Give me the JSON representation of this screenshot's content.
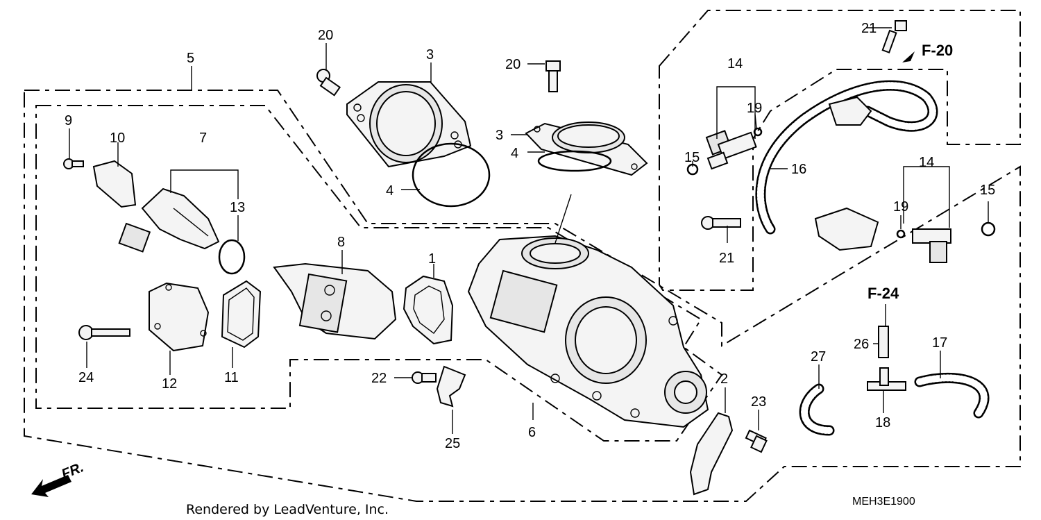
{
  "callouts": [
    {
      "id": "c1",
      "text": "1"
    },
    {
      "id": "c2",
      "text": "2"
    },
    {
      "id": "c3a",
      "text": "3"
    },
    {
      "id": "c3b",
      "text": "3"
    },
    {
      "id": "c4a",
      "text": "4"
    },
    {
      "id": "c4b",
      "text": "4"
    },
    {
      "id": "c5",
      "text": "5"
    },
    {
      "id": "c6",
      "text": "6"
    },
    {
      "id": "c7",
      "text": "7"
    },
    {
      "id": "c8",
      "text": "8"
    },
    {
      "id": "c9",
      "text": "9"
    },
    {
      "id": "c10",
      "text": "10"
    },
    {
      "id": "c11",
      "text": "11"
    },
    {
      "id": "c12",
      "text": "12"
    },
    {
      "id": "c13",
      "text": "13"
    },
    {
      "id": "c14a",
      "text": "14"
    },
    {
      "id": "c14b",
      "text": "14"
    },
    {
      "id": "c15a",
      "text": "15"
    },
    {
      "id": "c15b",
      "text": "15"
    },
    {
      "id": "c16",
      "text": "16"
    },
    {
      "id": "c17",
      "text": "17"
    },
    {
      "id": "c18",
      "text": "18"
    },
    {
      "id": "c19a",
      "text": "19"
    },
    {
      "id": "c19b",
      "text": "19"
    },
    {
      "id": "c20a",
      "text": "20"
    },
    {
      "id": "c20b",
      "text": "20"
    },
    {
      "id": "c21a",
      "text": "21"
    },
    {
      "id": "c21b",
      "text": "21"
    },
    {
      "id": "c22",
      "text": "22"
    },
    {
      "id": "c23",
      "text": "23"
    },
    {
      "id": "c24",
      "text": "24"
    },
    {
      "id": "c25",
      "text": "25"
    },
    {
      "id": "c26",
      "text": "26"
    },
    {
      "id": "c27",
      "text": "27"
    }
  ],
  "refs": {
    "f20": "F-20",
    "f24": "F-24"
  },
  "front_arrow_label": "FR.",
  "credit": "Rendered by LeadVenture, Inc.",
  "diagram_code": "MEH3E1900"
}
